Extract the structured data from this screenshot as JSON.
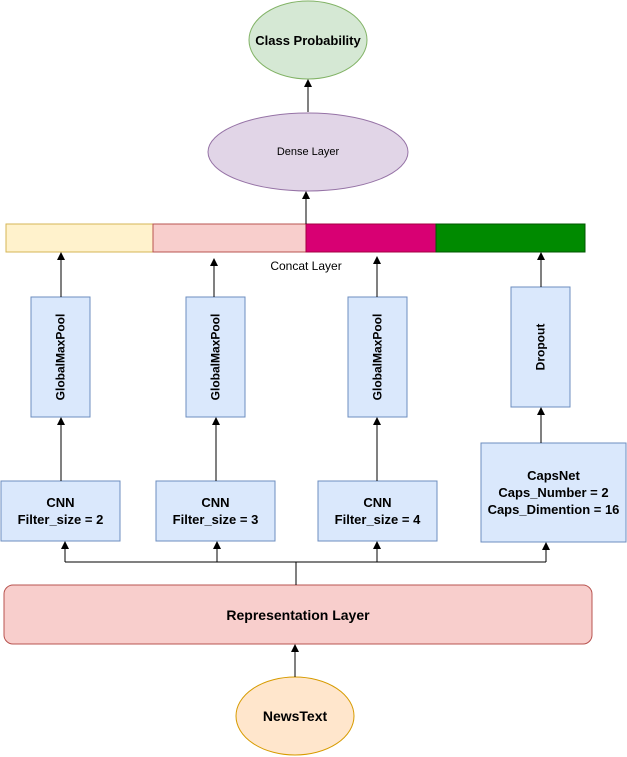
{
  "nodes": {
    "class_probability": "Class Probability",
    "dense_layer": "Dense Layer",
    "concat_layer": "Concat Layer",
    "gmp1": "GlobalMaxPool",
    "gmp2": "GlobalMaxPool",
    "gmp3": "GlobalMaxPool",
    "dropout": "Dropout",
    "cnn1": {
      "line1": "CNN",
      "line2": "Filter_size = 2"
    },
    "cnn2": {
      "line1": "CNN",
      "line2": "Filter_size = 3"
    },
    "cnn3": {
      "line1": "CNN",
      "line2": "Filter_size = 4"
    },
    "capsnet": {
      "line1": "CapsNet",
      "line2": "Caps_Number = 2",
      "line3": "Caps_Dimention = 16"
    },
    "representation_layer": "Representation Layer",
    "news_text": "NewsText"
  },
  "colors": {
    "green_fill": "#d5e8d4",
    "green_stroke": "#82b366",
    "purple_fill": "#e1d5e7",
    "purple_stroke": "#9673a6",
    "blue_fill": "#dae8fc",
    "blue_stroke": "#6c8ebf",
    "red_fill": "#f8cecc",
    "red_stroke": "#b85450",
    "orange_fill": "#ffe6cc",
    "orange_stroke": "#d79b00",
    "concat_yellow": "#fff2cc",
    "concat_yellow_stroke": "#d6b656",
    "concat_pink": "#f8cecc",
    "concat_magenta": "#d80073",
    "concat_green": "#008a00"
  }
}
